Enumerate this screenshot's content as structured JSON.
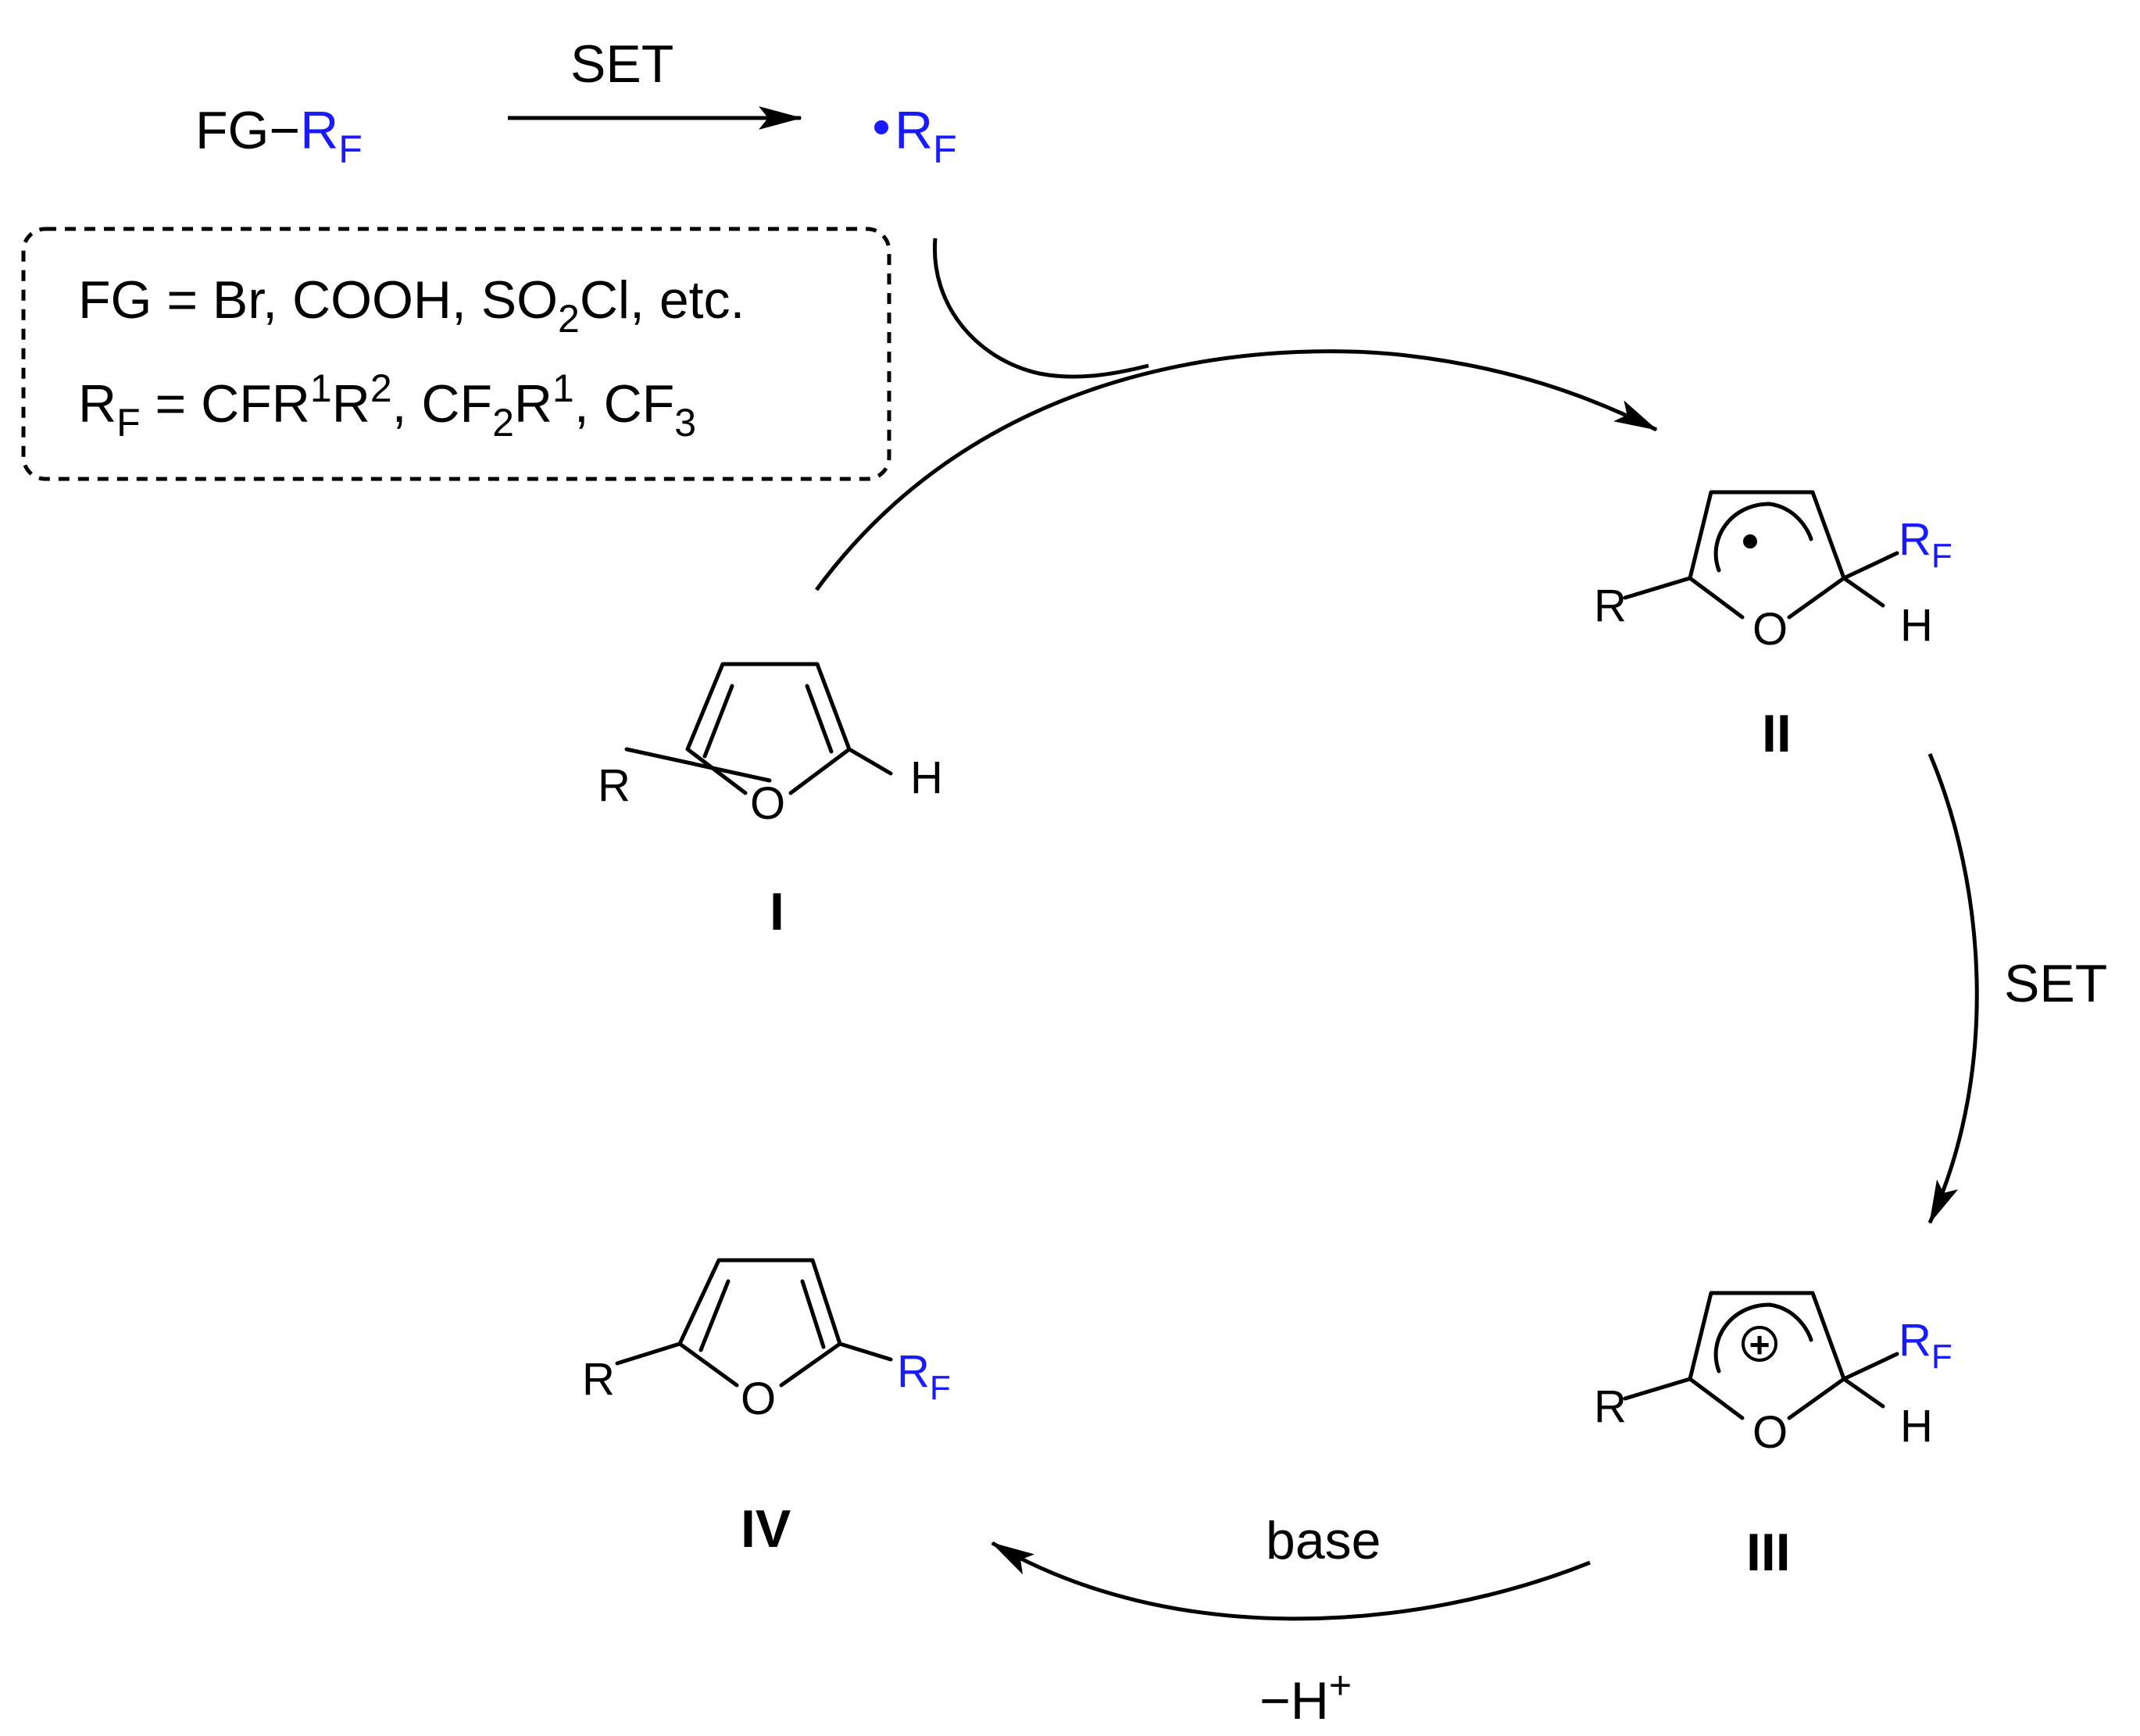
{
  "colors": {
    "rf": "#1a1aff",
    "ink": "#000000"
  },
  "top": {
    "reagent_fg": "FG−",
    "reagent_rf": "R",
    "reagent_rf_sub": "F",
    "arrow_label": "SET",
    "radical_dot": "•",
    "radical_rf": "R",
    "radical_rf_sub": "F"
  },
  "legend": {
    "line1": {
      "pre": "FG = Br, COOH, SO",
      "sub": "2",
      "post": "Cl, etc."
    },
    "line2": {
      "a": "R",
      "a_sub": "F",
      "b": " = CFR",
      "b_sup": "1",
      "c": "R",
      "c_sup": "2",
      "d": ", CF",
      "d_sub": "2",
      "e": "R",
      "e_sup": "1",
      "f": ", CF",
      "f_sub": "3"
    }
  },
  "compounds": {
    "I": {
      "label": "I",
      "r": "R",
      "o": "O",
      "h": "H"
    },
    "II": {
      "label": "II",
      "r": "R",
      "o": "O",
      "h": "H",
      "rf": "R",
      "rf_sub": "F",
      "dot": "•"
    },
    "III": {
      "label": "III",
      "r": "R",
      "o": "O",
      "h": "H",
      "rf": "R",
      "rf_sub": "F",
      "charge": "+"
    },
    "IV": {
      "label": "IV",
      "r": "R",
      "o": "O",
      "rf": "R",
      "rf_sub": "F"
    }
  },
  "steps": {
    "right_label": "SET",
    "bottom_label_top": "base",
    "bottom_label_bottom_minus": "−",
    "bottom_label_bottom_h": "H",
    "bottom_label_bottom_sup": "+"
  }
}
